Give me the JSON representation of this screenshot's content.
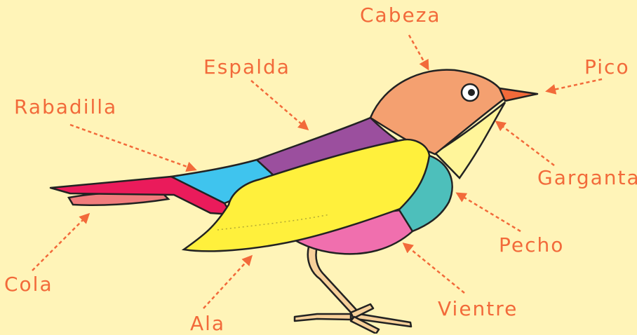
{
  "labels": {
    "cabeza": "Cabeza",
    "espalda": "Espalda",
    "pico": "Pico",
    "rabadilla": "Rabadilla",
    "garganta": "Garganta",
    "pecho": "Pecho",
    "cola": "Cola",
    "vientre": "Vientre",
    "ala": "Ala"
  },
  "colors": {
    "background": "#fff4b8",
    "label_and_arrows": "#f26a3a",
    "head": "#f4a070",
    "beak": "#f26a3a",
    "throat": "#fff59a",
    "back": "#9b4f9e",
    "rump": "#3fc4ee",
    "tail": "#ea1b5b",
    "under_tail": "#f07c7c",
    "wing": "#fff03c",
    "chest": "#4dbfbb",
    "belly": "#f06fae",
    "legs": "#f7d09a"
  }
}
